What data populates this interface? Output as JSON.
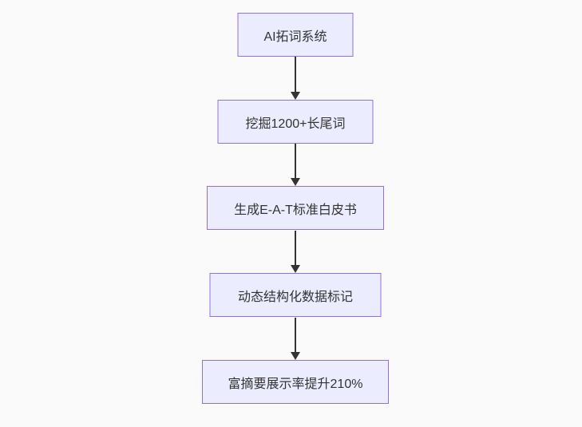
{
  "page": {
    "background_color": "#FAFAFA"
  },
  "diagram": {
    "type": "flowchart",
    "direction": "top-down",
    "node_fill_color": "#ECECFF",
    "node_border_color": "#9370DB",
    "node_text_color": "#333333",
    "arrow_color": "#333333",
    "nodes": [
      {
        "label": "AI拓词系统"
      },
      {
        "label": "挖掘1200+长尾词"
      },
      {
        "label": "生成E-A-T标准白皮书"
      },
      {
        "label": "动态结构化数据标记"
      },
      {
        "label": "富摘要展示率提升210%"
      }
    ],
    "edges": [
      {
        "from": 0,
        "to": 1
      },
      {
        "from": 1,
        "to": 2
      },
      {
        "from": 2,
        "to": 3
      },
      {
        "from": 3,
        "to": 4
      }
    ]
  }
}
